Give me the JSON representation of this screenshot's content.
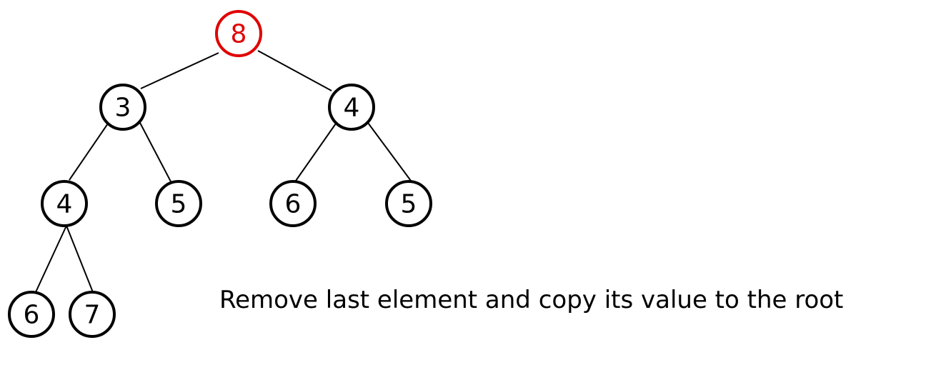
{
  "diagram": {
    "type": "binary-heap-tree",
    "nodes": [
      {
        "id": "root",
        "value": "8",
        "color": "#e00000",
        "highlighted": true
      },
      {
        "id": "n1",
        "value": "3",
        "color": "#000000"
      },
      {
        "id": "n2",
        "value": "4",
        "color": "#000000"
      },
      {
        "id": "n3",
        "value": "4",
        "color": "#000000"
      },
      {
        "id": "n4",
        "value": "5",
        "color": "#000000"
      },
      {
        "id": "n5",
        "value": "6",
        "color": "#000000"
      },
      {
        "id": "n6",
        "value": "5",
        "color": "#000000"
      },
      {
        "id": "n7",
        "value": "6",
        "color": "#000000"
      },
      {
        "id": "n8",
        "value": "7",
        "color": "#000000"
      }
    ],
    "edges": [
      [
        "root",
        "n1"
      ],
      [
        "root",
        "n2"
      ],
      [
        "n1",
        "n3"
      ],
      [
        "n1",
        "n4"
      ],
      [
        "n2",
        "n5"
      ],
      [
        "n2",
        "n6"
      ],
      [
        "n3",
        "n7"
      ],
      [
        "n3",
        "n8"
      ]
    ]
  },
  "caption": "Remove last element and copy its value to the root"
}
